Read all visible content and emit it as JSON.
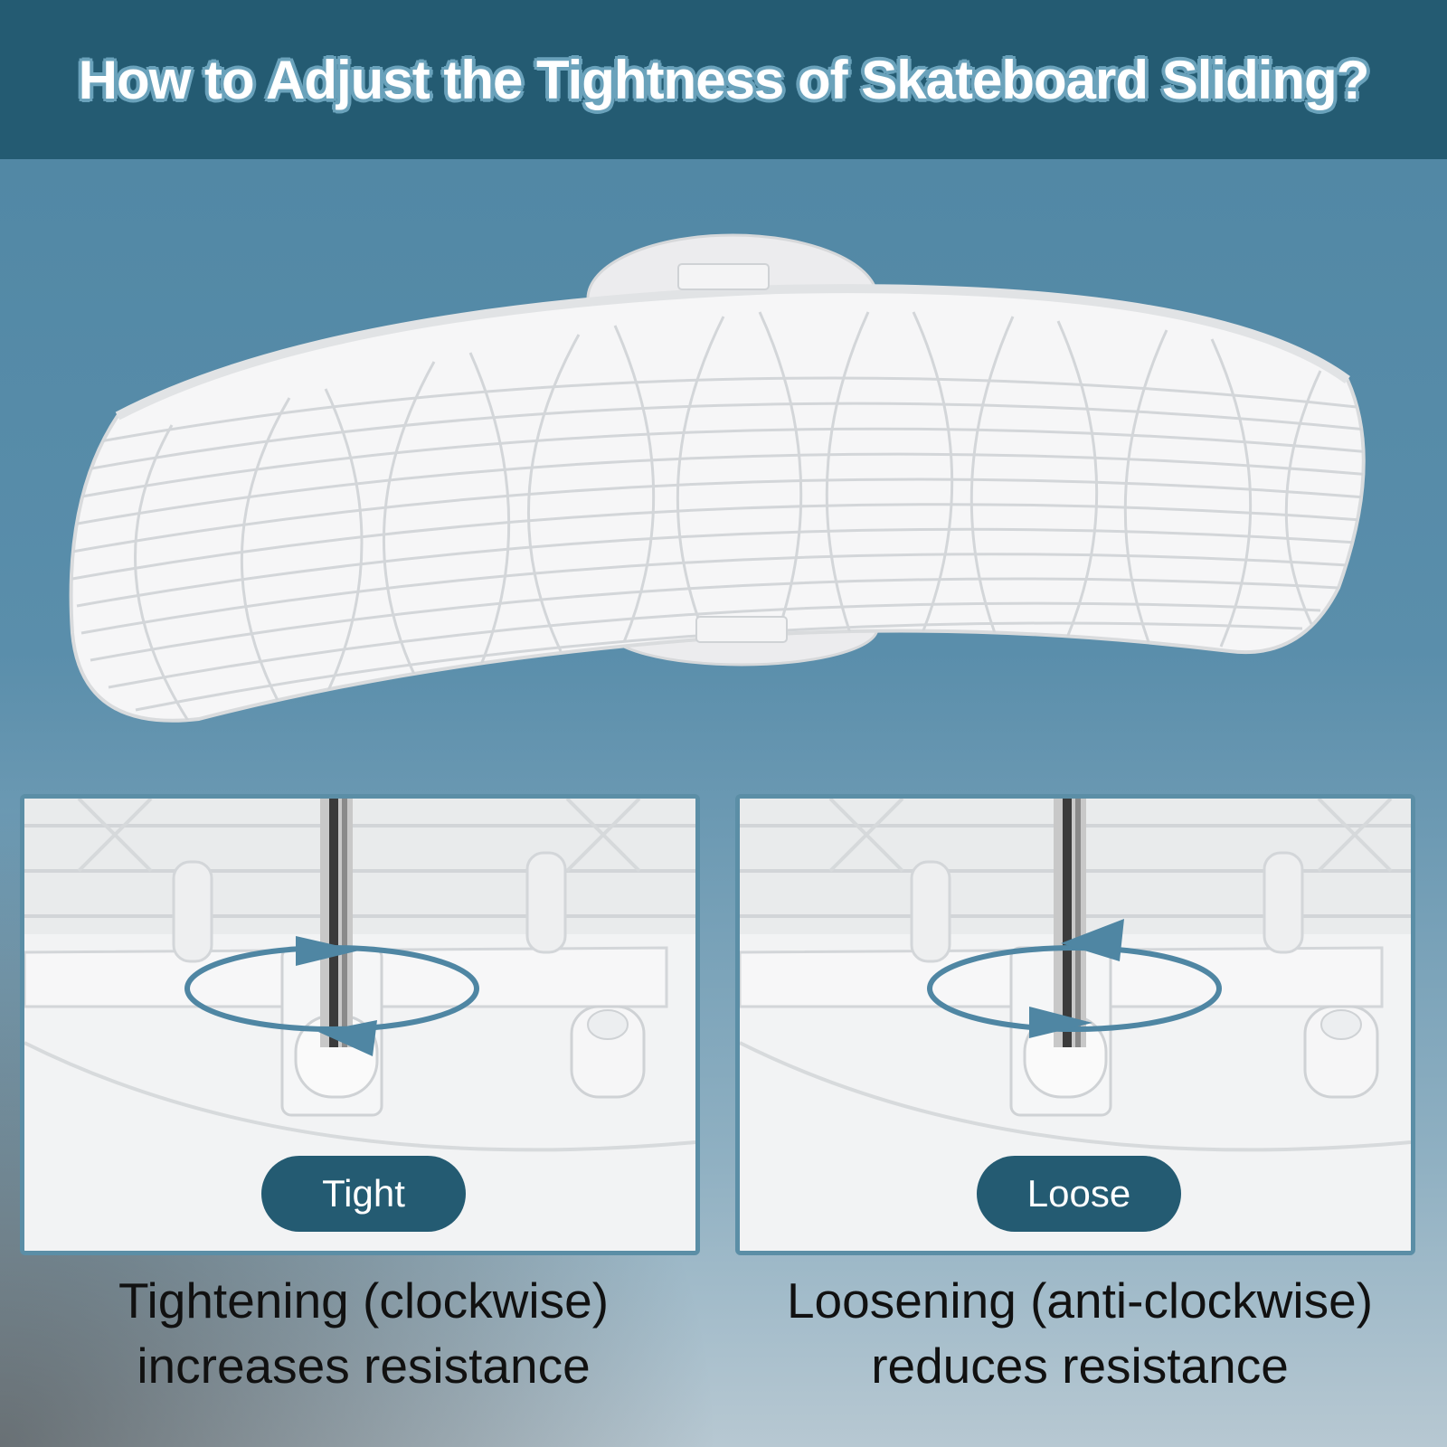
{
  "header": {
    "title": "How to Adjust the Tightness of Skateboard Sliding?"
  },
  "panels": [
    {
      "label": "Tight",
      "direction": "clockwise",
      "caption_line1": "Tightening (clockwise)",
      "caption_line2": "increases resistance"
    },
    {
      "label": "Loose",
      "direction": "anti-clockwise",
      "caption_line1": "Loosening (anti-clockwise)",
      "caption_line2": "reduces resistance"
    }
  ],
  "colors": {
    "header_bg": "#245b72",
    "background": "#5a8eab",
    "pill_bg": "#245b72",
    "arrow": "#4f86a3",
    "panel_border": "#5b8ea6"
  },
  "icons": {
    "rotate_clockwise": "rotate-clockwise-icon",
    "rotate_anticlockwise": "rotate-anticlockwise-icon"
  }
}
